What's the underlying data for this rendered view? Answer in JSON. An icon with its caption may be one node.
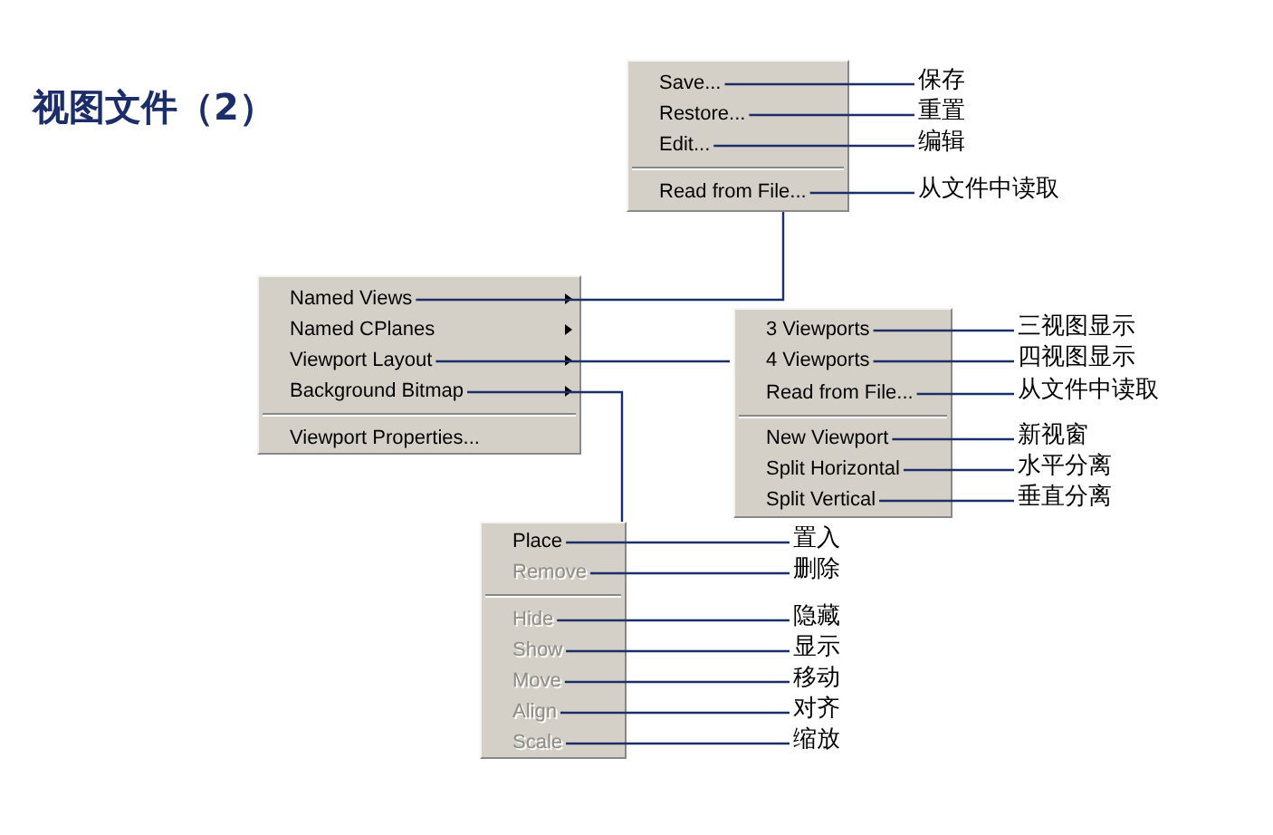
{
  "diagram": {
    "title": "视图文件（2）",
    "nodes": [
      {
        "text": [],
        "shape": "box"
      },
      {
        "text": [
          "Save..."
        ],
        "in": 0
      },
      {
        "text": [
          "Restore..."
        ],
        "in": 0
      },
      {
        "text": [
          "Edit..."
        ],
        "in": 0
      },
      {
        "text": [
          "Read from File..."
        ],
        "in": 0
      },
      {
        "text": [
          "保存"
        ]
      },
      {
        "text": [
          "重置"
        ]
      },
      {
        "text": [
          "编辑"
        ]
      },
      {
        "text": [
          "从文件中读取"
        ]
      },
      {
        "text": [],
        "shape": "box"
      },
      {
        "text": [
          "Named Views"
        ],
        "in": 9
      },
      {
        "text": [
          "Named CPlanes"
        ],
        "in": 9
      },
      {
        "text": [
          "Viewport Layout"
        ],
        "in": 9
      },
      {
        "text": [
          "Background Bitmap"
        ],
        "in": 9
      },
      {
        "text": [
          "Viewport Properties..."
        ],
        "in": 9
      },
      {
        "text": [],
        "shape": "box"
      },
      {
        "text": [
          "3 Viewports"
        ],
        "in": 15
      },
      {
        "text": [
          "4 Viewports"
        ],
        "in": 15
      },
      {
        "text": [
          "Read from File..."
        ],
        "in": 15
      },
      {
        "text": [
          "New Viewport"
        ],
        "in": 15
      },
      {
        "text": [
          "Split Horizontal"
        ],
        "in": 15
      },
      {
        "text": [
          "Split Vertical"
        ],
        "in": 15
      },
      {
        "text": [
          "三视图显示"
        ]
      },
      {
        "text": [
          "四视图显示"
        ]
      },
      {
        "text": [
          "从文件中读取"
        ]
      },
      {
        "text": [
          "新视窗"
        ]
      },
      {
        "text": [
          "水平分离"
        ]
      },
      {
        "text": [
          "垂直分离"
        ]
      },
      {
        "text": [],
        "shape": "box"
      },
      {
        "text": [
          "Place"
        ],
        "in": 28
      },
      {
        "text": [
          "Remove"
        ],
        "in": 28
      },
      {
        "text": [
          "Hide"
        ],
        "in": 28
      },
      {
        "text": [
          "Show"
        ],
        "in": 28
      },
      {
        "text": [
          "Move"
        ],
        "in": 28
      },
      {
        "text": [
          "Align"
        ],
        "in": 28
      },
      {
        "text": [
          "Scale"
        ],
        "in": 28
      },
      {
        "text": [
          "置入"
        ]
      },
      {
        "text": [
          "删除"
        ]
      },
      {
        "text": [
          "隐藏"
        ]
      },
      {
        "text": [
          "显示"
        ]
      },
      {
        "text": [
          "移动"
        ]
      },
      {
        "text": [
          "对齐"
        ]
      },
      {
        "text": [
          "缩放"
        ]
      }
    ],
    "edges": [
      {
        "from": 1,
        "to": 5,
        "arrow": "none"
      },
      {
        "from": 2,
        "to": 6,
        "arrow": "none"
      },
      {
        "from": 3,
        "to": 7,
        "arrow": "none"
      },
      {
        "from": 4,
        "to": 8,
        "arrow": "none"
      },
      {
        "from": 10,
        "to": 0,
        "arrow": "none"
      },
      {
        "from": 12,
        "to": 15,
        "arrow": "none"
      },
      {
        "from": 13,
        "to": 28,
        "arrow": "none"
      },
      {
        "from": 16,
        "to": 22,
        "arrow": "none"
      },
      {
        "from": 17,
        "to": 23,
        "arrow": "none"
      },
      {
        "from": 18,
        "to": 24,
        "arrow": "none"
      },
      {
        "from": 19,
        "to": 25,
        "arrow": "none"
      },
      {
        "from": 20,
        "to": 26,
        "arrow": "none"
      },
      {
        "from": 21,
        "to": 27,
        "arrow": "none"
      },
      {
        "from": 29,
        "to": 36,
        "arrow": "none"
      },
      {
        "from": 30,
        "to": 37,
        "arrow": "none"
      },
      {
        "from": 31,
        "to": 38,
        "arrow": "none"
      },
      {
        "from": 32,
        "to": 39,
        "arrow": "none"
      },
      {
        "from": 33,
        "to": 40,
        "arrow": "none"
      },
      {
        "from": 34,
        "to": 41,
        "arrow": "none"
      },
      {
        "from": 35,
        "to": 42,
        "arrow": "none"
      }
    ]
  }
}
